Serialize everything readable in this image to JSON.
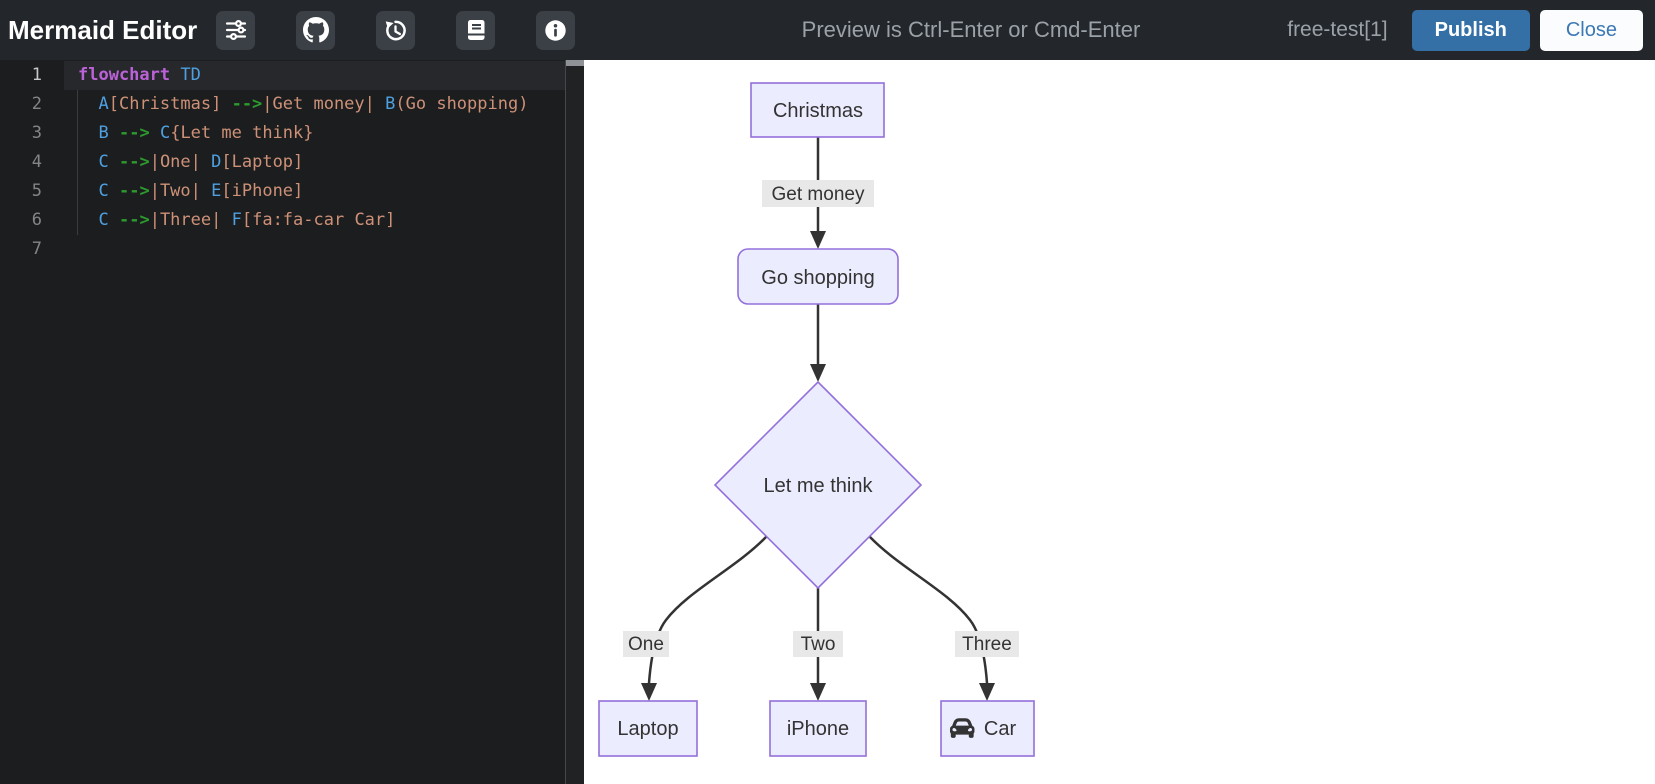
{
  "header": {
    "title": "Mermaid Editor",
    "hint": "Preview is Ctrl-Enter or Cmd-Enter",
    "doc_name": "free-test[1]",
    "publish_label": "Publish",
    "close_label": "Close",
    "icon_buttons": [
      "settings-sliders",
      "github",
      "history",
      "docs-book",
      "info"
    ],
    "colors": {
      "bar_bg": "#23262b",
      "icon_button_bg": "#3b4046",
      "publish_bg": "#3470a6",
      "close_text": "#3b78b5",
      "muted_text": "#9aa1a8"
    }
  },
  "editor": {
    "lines": [
      {
        "num": "1",
        "active": true,
        "indent": false,
        "tokens": [
          [
            "kw",
            "flowchart"
          ],
          [
            "pl",
            " "
          ],
          [
            "id",
            "TD"
          ]
        ]
      },
      {
        "num": "2",
        "active": false,
        "indent": true,
        "tokens": [
          [
            "pl",
            "  "
          ],
          [
            "id",
            "A"
          ],
          [
            "str",
            "[Christmas]"
          ],
          [
            "pl",
            " "
          ],
          [
            "arr",
            "-->"
          ],
          [
            "str",
            "|Get money|"
          ],
          [
            "pl",
            " "
          ],
          [
            "id",
            "B"
          ],
          [
            "str",
            "(Go shopping)"
          ]
        ]
      },
      {
        "num": "3",
        "active": false,
        "indent": true,
        "tokens": [
          [
            "pl",
            "  "
          ],
          [
            "id",
            "B"
          ],
          [
            "pl",
            " "
          ],
          [
            "arr",
            "-->"
          ],
          [
            "pl",
            " "
          ],
          [
            "id",
            "C"
          ],
          [
            "str",
            "{Let me think}"
          ]
        ]
      },
      {
        "num": "4",
        "active": false,
        "indent": true,
        "tokens": [
          [
            "pl",
            "  "
          ],
          [
            "id",
            "C"
          ],
          [
            "pl",
            " "
          ],
          [
            "arr",
            "-->"
          ],
          [
            "str",
            "|One|"
          ],
          [
            "pl",
            " "
          ],
          [
            "id",
            "D"
          ],
          [
            "str",
            "[Laptop]"
          ]
        ]
      },
      {
        "num": "5",
        "active": false,
        "indent": true,
        "tokens": [
          [
            "pl",
            "  "
          ],
          [
            "id",
            "C"
          ],
          [
            "pl",
            " "
          ],
          [
            "arr",
            "-->"
          ],
          [
            "str",
            "|Two|"
          ],
          [
            "pl",
            " "
          ],
          [
            "id",
            "E"
          ],
          [
            "str",
            "[iPhone]"
          ]
        ]
      },
      {
        "num": "6",
        "active": false,
        "indent": true,
        "tokens": [
          [
            "pl",
            "  "
          ],
          [
            "id",
            "C"
          ],
          [
            "pl",
            " "
          ],
          [
            "arr",
            "-->"
          ],
          [
            "str",
            "|Three|"
          ],
          [
            "pl",
            " "
          ],
          [
            "id",
            "F"
          ],
          [
            "str",
            "[fa:fa-car Car]"
          ]
        ]
      },
      {
        "num": "7",
        "active": false,
        "indent": false,
        "tokens": []
      }
    ],
    "syntax_colors": {
      "keyword": "#bb62d8",
      "identifier": "#4fa0e0",
      "string": "#ce9178",
      "arrow": "#2d9a2d",
      "line_number": "#858585"
    }
  },
  "diagram": {
    "nodes": [
      {
        "id": "A",
        "label": "Christmas",
        "shape": "rect"
      },
      {
        "id": "B",
        "label": "Go shopping",
        "shape": "rounded"
      },
      {
        "id": "C",
        "label": "Let me think",
        "shape": "diamond"
      },
      {
        "id": "D",
        "label": "Laptop",
        "shape": "rect"
      },
      {
        "id": "E",
        "label": "iPhone",
        "shape": "rect"
      },
      {
        "id": "F",
        "label": "Car",
        "shape": "rect",
        "icon": "car-icon"
      }
    ],
    "edges": [
      {
        "from": "A",
        "to": "B",
        "label": "Get money"
      },
      {
        "from": "B",
        "to": "C",
        "label": ""
      },
      {
        "from": "C",
        "to": "D",
        "label": "One"
      },
      {
        "from": "C",
        "to": "E",
        "label": "Two"
      },
      {
        "from": "C",
        "to": "F",
        "label": "Three"
      }
    ],
    "colors": {
      "node_fill": "#ECECFF",
      "node_border": "#9370DB",
      "edge": "#333333",
      "edge_label_bg": "#e8e8e8",
      "text": "#333333"
    }
  }
}
